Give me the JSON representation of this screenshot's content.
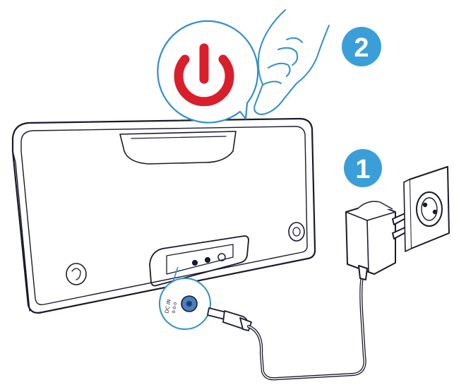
{
  "steps": [
    {
      "number": "2",
      "action": "power-on"
    },
    {
      "number": "1",
      "action": "plug-in-adapter"
    }
  ],
  "port_label": {
    "line1": "DC IN",
    "line2": "0-0-0"
  },
  "icons": {
    "power": "power-icon",
    "finger": "finger-icon",
    "plug": "dc-plug-icon",
    "adapter": "ac-adapter-icon",
    "socket": "wall-socket-icon",
    "speaker_knob": "knob-icon"
  },
  "colors": {
    "line": "#1a1a2e",
    "accent_blue": "#3a9fd8",
    "callout_blue": "#2f8fce",
    "power_red": "#d91f2b",
    "port_blue": "#4a7fc1"
  }
}
